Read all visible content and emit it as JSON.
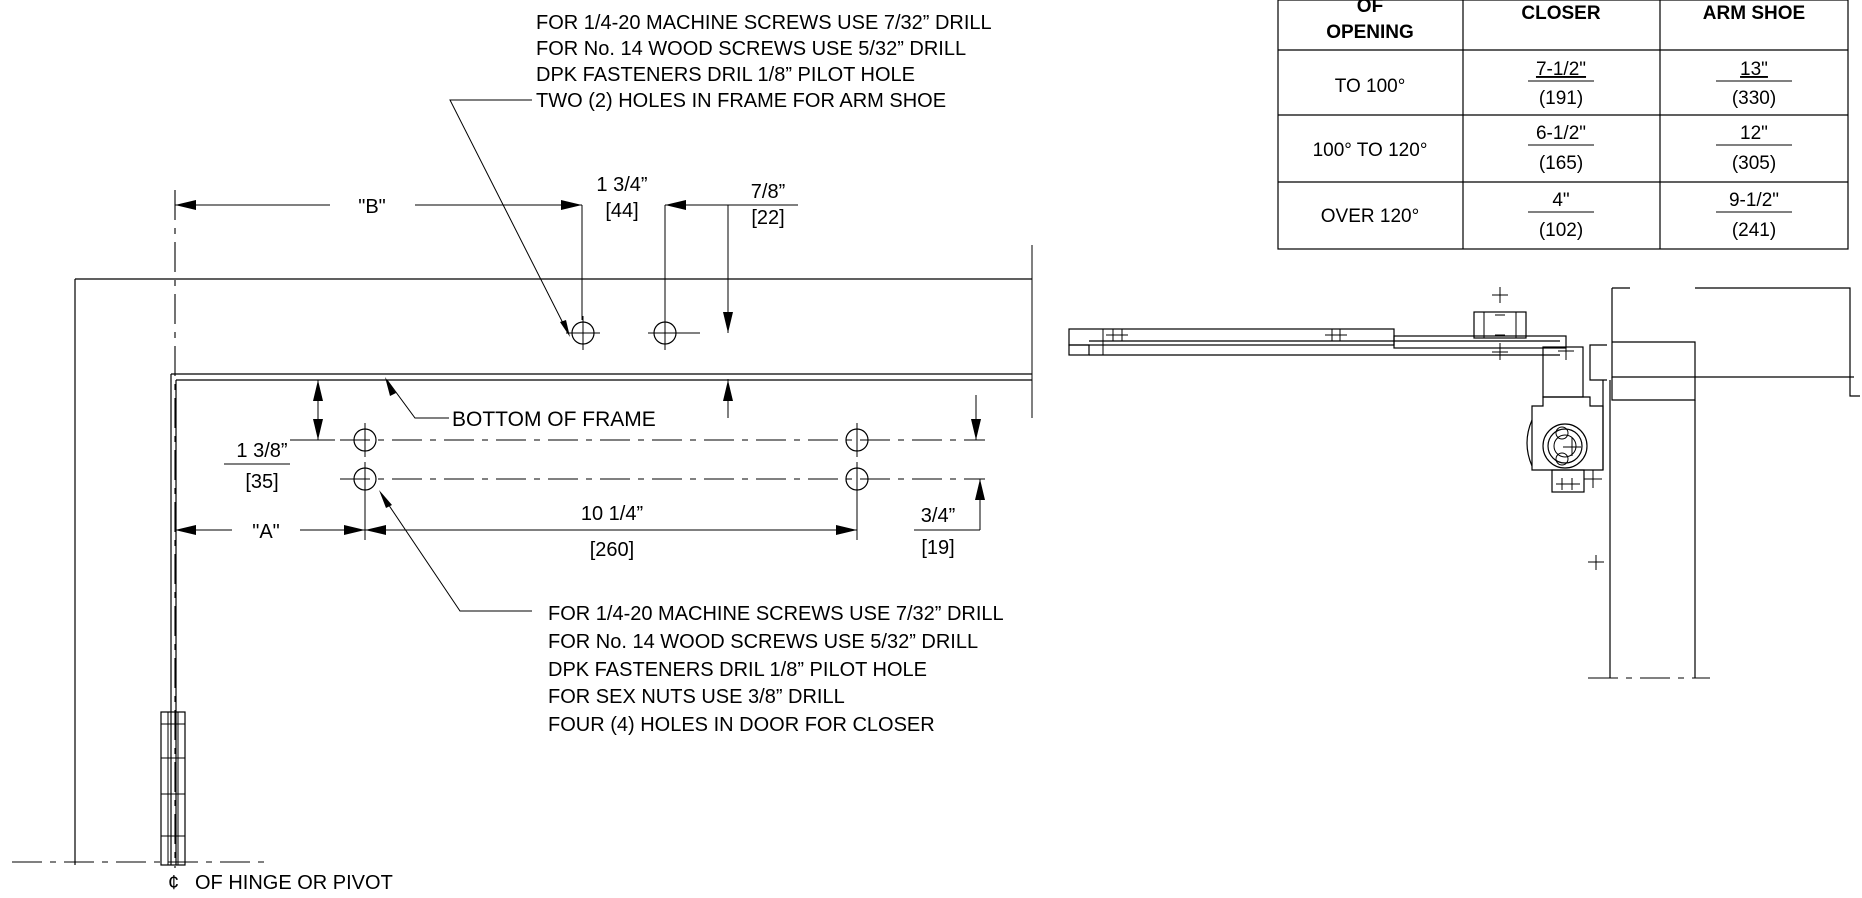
{
  "drill_note_frame": [
    "FOR 1/4-20 MACHINE SCREWS USE 7/32” DRILL",
    "FOR No. 14 WOOD SCREWS USE 5/32” DRILL",
    "DPK FASTENERS DRIL 1/8” PILOT HOLE",
    "TWO (2) HOLES IN FRAME FOR ARM SHOE"
  ],
  "drill_note_door": [
    "FOR 1/4-20 MACHINE SCREWS USE 7/32” DRILL",
    "FOR No. 14 WOOD SCREWS USE 5/32” DRILL",
    "DPK FASTENERS DRIL 1/8” PILOT HOLE",
    "FOR SEX NUTS USE 3/8” DRILL",
    "FOUR (4) HOLES IN DOOR FOR CLOSER"
  ],
  "dimensions": {
    "b_label": "\"B\"",
    "a_label": "\"A\"",
    "d_1_3_4": "1 3/4”",
    "d_44": "[44]",
    "d_7_8": "7/8”",
    "d_22": "[22]",
    "d_1_3_8": "1 3/8”",
    "d_35": "[35]",
    "d_10_1_4": "10 1/4”",
    "d_260": "[260]",
    "d_3_4": "3/4”",
    "d_19": "[19]"
  },
  "labels": {
    "bottom_of_frame": "BOTTOM OF FRAME",
    "centerline_symbol": "¢",
    "hinge_label": "OF HINGE OR PIVOT"
  },
  "table": {
    "headers": [
      [
        "OF",
        "OPENING"
      ],
      [
        "CLOSER"
      ],
      [
        "ARM SHOE"
      ]
    ],
    "rows": [
      {
        "opening": "TO 100°",
        "closer": "7-1/2\"",
        "closer_mm": "(191)",
        "shoe": "13\"",
        "shoe_mm": "(330)"
      },
      {
        "opening": "100° TO 120°",
        "closer": "6-1/2\"",
        "closer_mm": "(165)",
        "shoe": "12\"",
        "shoe_mm": "(305)"
      },
      {
        "opening": "OVER 120°",
        "closer": "4\"",
        "closer_mm": "(102)",
        "shoe": "9-1/2\"",
        "shoe_mm": "(241)"
      }
    ]
  }
}
